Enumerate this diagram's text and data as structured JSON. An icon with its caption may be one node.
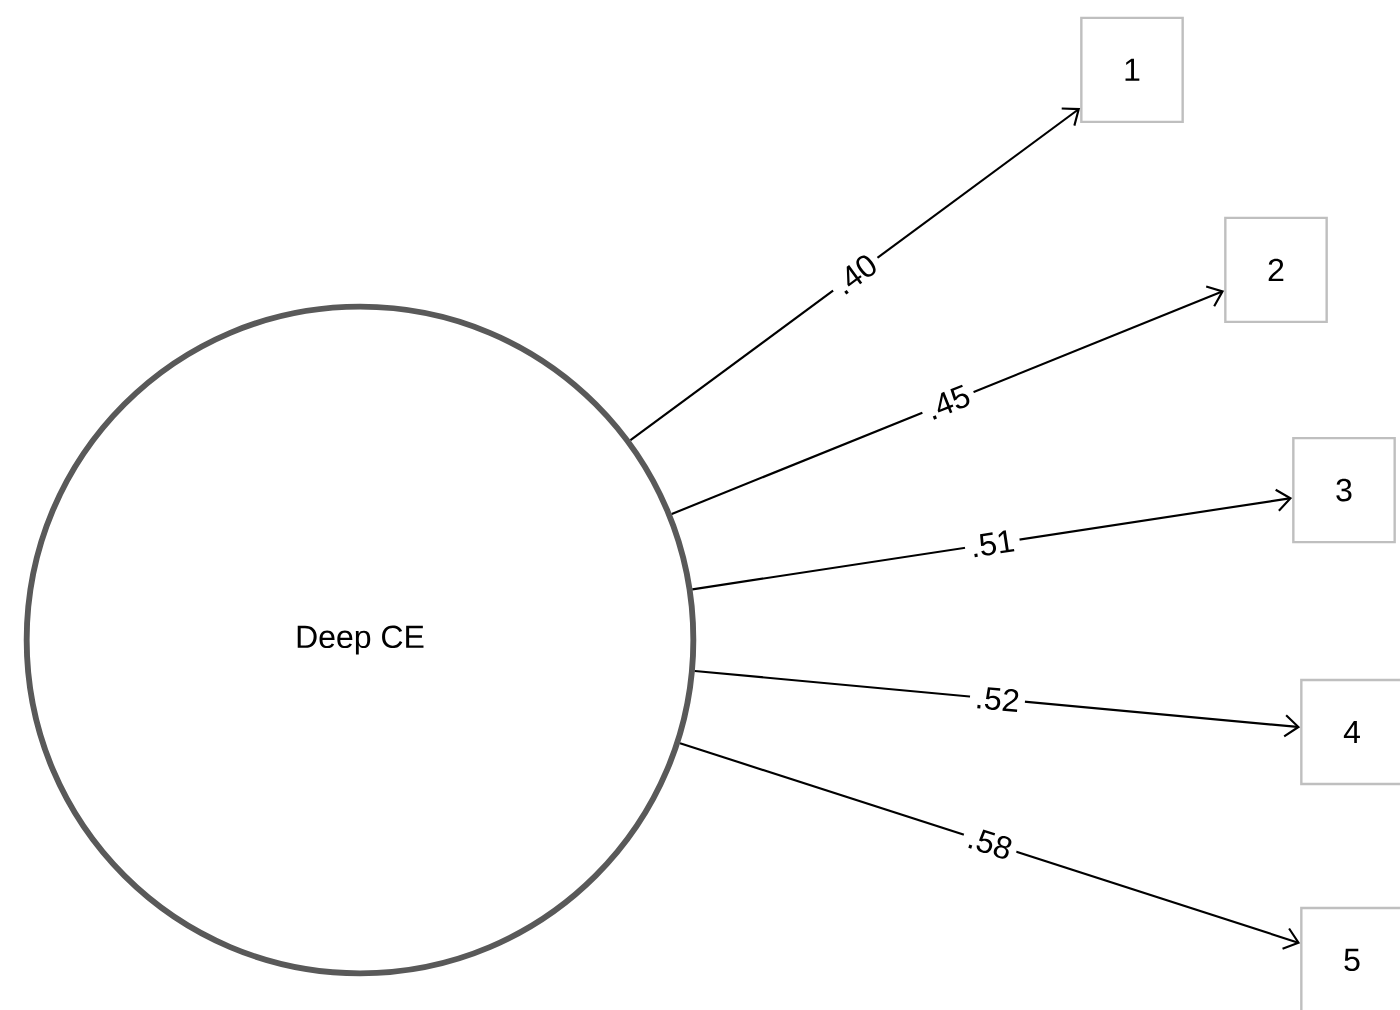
{
  "diagram": {
    "nodes": [
      {
        "text": [
          "Deep CE"
        ]
      },
      {
        "text": [
          "1"
        ]
      },
      {
        "text": [
          "2"
        ]
      },
      {
        "text": [
          "3"
        ]
      },
      {
        "text": [
          "4"
        ]
      },
      {
        "text": [
          "5"
        ]
      }
    ],
    "edges": [
      {
        "from": 0,
        "to": 1,
        "arrow": "to",
        "label": ".40"
      },
      {
        "from": 0,
        "to": 2,
        "arrow": "to",
        "label": ".45"
      },
      {
        "from": 0,
        "to": 3,
        "arrow": "to",
        "label": ".51"
      },
      {
        "from": 0,
        "to": 4,
        "arrow": "to",
        "label": ".52"
      },
      {
        "from": 0,
        "to": 5,
        "arrow": "to",
        "label": ".58"
      }
    ]
  }
}
